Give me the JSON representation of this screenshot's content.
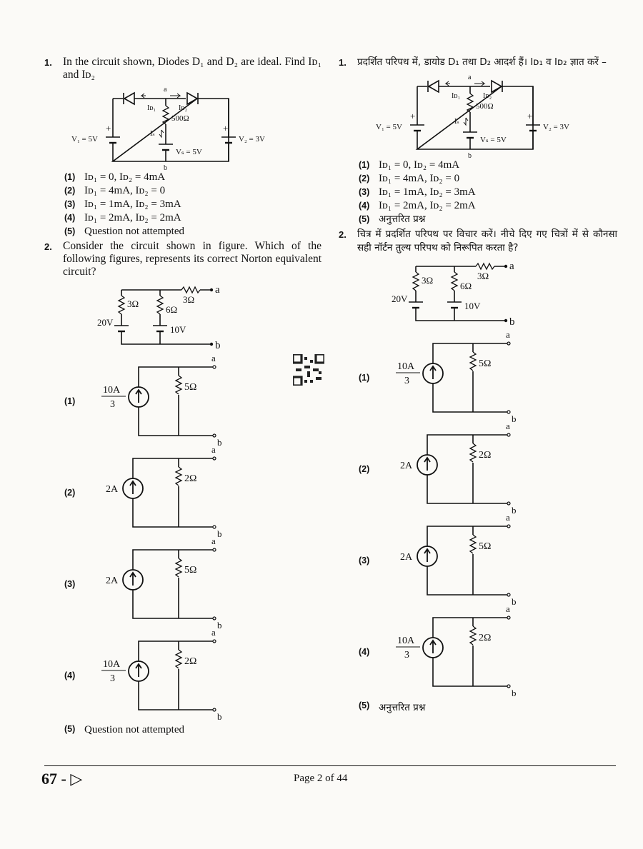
{
  "english": {
    "q1": {
      "number": "1.",
      "text": "In the circuit shown, Diodes D₁ and D₂ are ideal. Find Iᴅ₁ and Iᴅ₂",
      "options": [
        {
          "num": "(1)",
          "text": "Iᴅ₁ = 0, Iᴅ₂ = 4mA"
        },
        {
          "num": "(2)",
          "text": "Iᴅ₁ = 4mA, Iᴅ₂ = 0"
        },
        {
          "num": "(3)",
          "text": "Iᴅ₁ = 1mA, Iᴅ₂ = 3mA"
        },
        {
          "num": "(4)",
          "text": "Iᴅ₁ = 2mA, Iᴅ₂ = 2mA"
        },
        {
          "num": "(5)",
          "text": "Question not attempted"
        }
      ]
    },
    "q2": {
      "number": "2.",
      "text": "Consider the circuit shown in figure. Which of the following figures, represents its correct Norton equivalent circuit?",
      "option5": {
        "num": "(5)",
        "text": "Question not attempted"
      }
    }
  },
  "hindi": {
    "q1": {
      "number": "1.",
      "text": "प्रदर्शित परिपथ में, डायोड D₁ तथा D₂ आदर्श हैं। Iᴅ₁ व Iᴅ₂ ज्ञात करें –",
      "options": [
        {
          "num": "(1)",
          "text": "Iᴅ₁ = 0, Iᴅ₂ = 4mA"
        },
        {
          "num": "(2)",
          "text": "Iᴅ₁ = 4mA, Iᴅ₂ = 0"
        },
        {
          "num": "(3)",
          "text": "Iᴅ₁ = 1mA, Iᴅ₂ = 3mA"
        },
        {
          "num": "(4)",
          "text": "Iᴅ₁ = 2mA, Iᴅ₂ = 2mA"
        },
        {
          "num": "(5)",
          "text": "अनुत्तरित प्रश्न"
        }
      ]
    },
    "q2": {
      "number": "2.",
      "text": "चित्र में प्रदर्शित परिपथ पर विचार करें। नीचे दिए गए चित्रों में से कौनसा सही नॉर्टन तुल्य परिपथ को निरूपित करता है?",
      "option5": {
        "num": "(5)",
        "text": "अनुत्तरित प्रश्न"
      }
    }
  },
  "circuit1": {
    "v1": "V₁ = 5V",
    "v2": "V₂ = 3V",
    "vs": "Vₛ = 5V",
    "r": "500Ω",
    "id1": "Iᴅ₁",
    "id2": "Iᴅ₂",
    "is": "Iₛ",
    "node_a": "a",
    "node_b": "b",
    "plus": "+"
  },
  "circuit2": {
    "r1": "3Ω",
    "r2": "6Ω",
    "r3": "3Ω",
    "v1": "20V",
    "v2": "10V",
    "node_a": "a",
    "node_b": "b"
  },
  "norton_choices": [
    {
      "num": "(1)",
      "current": "10A",
      "den": "3",
      "res": "5Ω",
      "fraction": true
    },
    {
      "num": "(2)",
      "current": "2A",
      "den": "",
      "res": "2Ω",
      "fraction": false
    },
    {
      "num": "(3)",
      "current": "2A",
      "den": "",
      "res": "5Ω",
      "fraction": false
    },
    {
      "num": "(4)",
      "current": "10A",
      "den": "3",
      "res": "2Ω",
      "fraction": true
    }
  ],
  "node_labels": {
    "a": "a",
    "b": "b"
  },
  "footer": {
    "code": "67 - ▷",
    "page": "Page 2 of 44"
  }
}
